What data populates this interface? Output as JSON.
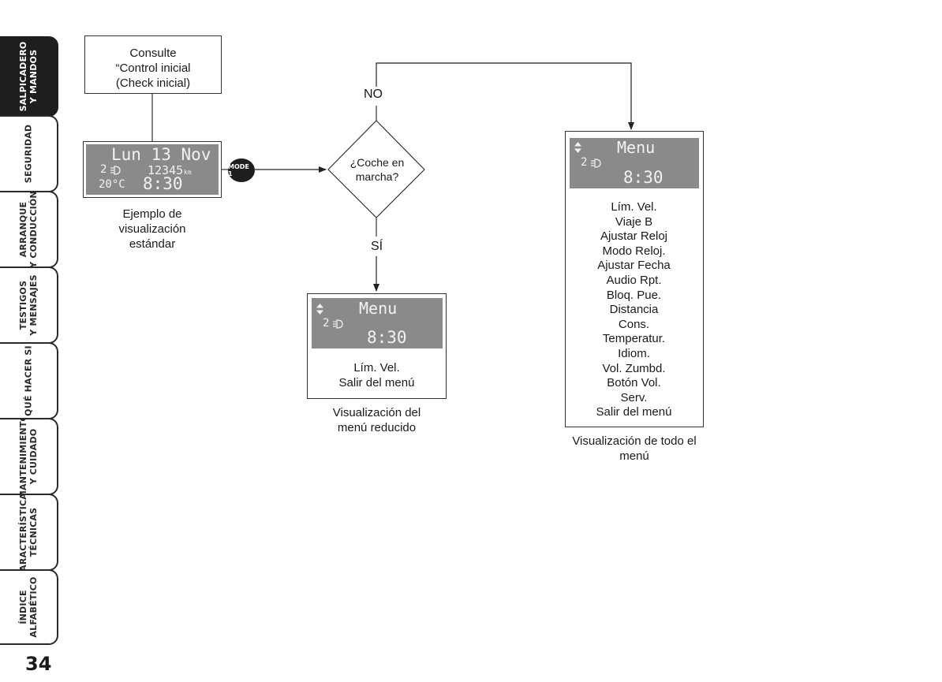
{
  "sidebar": {
    "tabs": [
      {
        "line1": "SALPICADERO",
        "line2": "Y MANDOS",
        "active": true
      },
      {
        "line1": "SEGURIDAD",
        "line2": "",
        "active": false
      },
      {
        "line1": "ARRANQUE",
        "line2": "Y CONDUCCIÓN",
        "active": false
      },
      {
        "line1": "TESTIGOS",
        "line2": "Y MENSAJES",
        "active": false
      },
      {
        "line1": "QUÉ HACER SI",
        "line2": "",
        "active": false
      },
      {
        "line1": "MANTENIMIENTO",
        "line2": "Y CUIDADO",
        "active": false
      },
      {
        "line1": "CARACTERÍSTICAS",
        "line2": "TÉCNICAS",
        "active": false
      },
      {
        "line1": "ÍNDICE",
        "line2": "ALFABÉTICO",
        "active": false
      }
    ],
    "page_number": "34"
  },
  "flow": {
    "consult_box": {
      "line1": "Consulte",
      "line2": "“Control inicial",
      "line3": "(Check inicial)"
    },
    "standard_display": {
      "day": "Lun 13 Nov",
      "gear": "2",
      "odometer": "12345",
      "odometer_unit": "km",
      "temperature": "20°C",
      "time": "8:30"
    },
    "standard_caption": {
      "line1": "Ejemplo de",
      "line2": "visualización",
      "line3": "estándar"
    },
    "mode_button": "MODE 1",
    "decision": {
      "line1": "¿Coche en",
      "line2": "marcha?"
    },
    "no_label": "NO",
    "yes_label": "SÍ",
    "reduced_menu": {
      "title": "Menu",
      "gear": "2",
      "time": "8:30",
      "items": [
        "Lím. Vel.",
        "Salir del menú"
      ],
      "caption_line1": "Visualización del",
      "caption_line2": "menú reducido"
    },
    "full_menu": {
      "title": "Menu",
      "gear": "2",
      "time": "8:30",
      "items": [
        "Lím. Vel.",
        "Viaje B",
        "Ajustar Reloj",
        "Modo Reloj.",
        "Ajustar Fecha",
        "Audio Rpt.",
        "Bloq. Pue.",
        "Distancia",
        "Cons.",
        "Temperatur.",
        "Idiom.",
        "Vol. Zumbd.",
        "Botón Vol.",
        "Serv.",
        "Salir del menú"
      ],
      "caption_line1": "Visualización de todo el",
      "caption_line2": "menú"
    }
  }
}
